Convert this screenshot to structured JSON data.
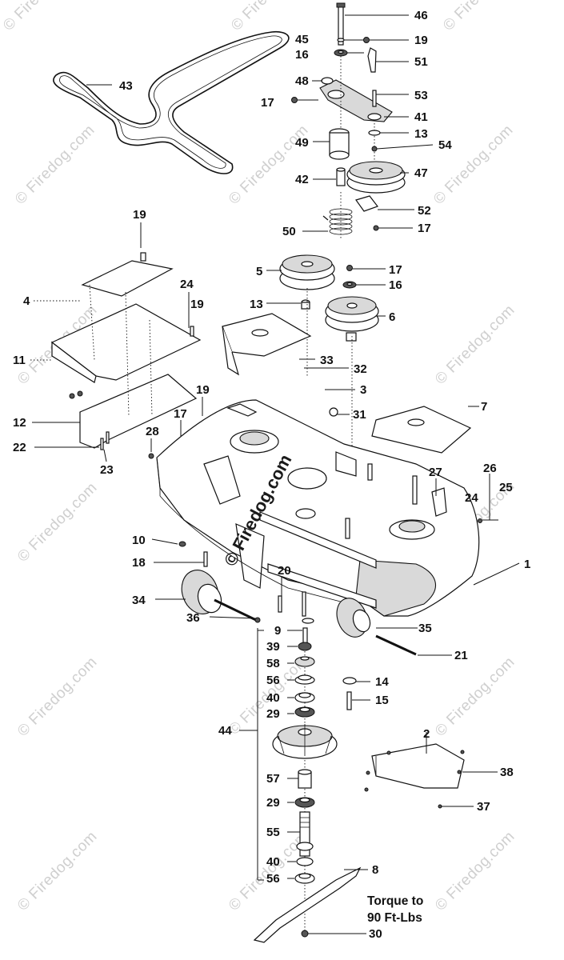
{
  "watermark": {
    "text": "© Firedog.com",
    "center_text": "© Firedog.com"
  },
  "labels": {
    "p1": "1",
    "p2": "2",
    "p3": "3",
    "p4": "4",
    "p5": "5",
    "p6": "6",
    "p7": "7",
    "p8": "8",
    "p9": "9",
    "p10": "10",
    "p11": "11",
    "p12": "12",
    "p13a": "13",
    "p13b": "13",
    "p14": "14",
    "p15": "15",
    "p16a": "16",
    "p16b": "16",
    "p17a": "17",
    "p17b": "17",
    "p17c": "17",
    "p17d": "17",
    "p18": "18",
    "p19a": "19",
    "p19b": "19",
    "p19c": "19",
    "p19d": "19",
    "p20": "20",
    "p21": "21",
    "p22": "22",
    "p23": "23",
    "p24a": "24",
    "p24b": "24",
    "p25": "25",
    "p26": "26",
    "p27": "27",
    "p28": "28",
    "p29a": "29",
    "p29b": "29",
    "p30": "30",
    "p31": "31",
    "p32": "32",
    "p33": "33",
    "p34": "34",
    "p35": "35",
    "p36": "36",
    "p37": "37",
    "p38": "38",
    "p39": "39",
    "p40a": "40",
    "p40b": "40",
    "p41": "41",
    "p42": "42",
    "p43": "43",
    "p44": "44",
    "p45": "45",
    "p46": "46",
    "p47": "47",
    "p48": "48",
    "p49": "49",
    "p50": "50",
    "p51": "51",
    "p52": "52",
    "p53": "53",
    "p54": "54",
    "p55": "55",
    "p56a": "56",
    "p56b": "56",
    "p57": "57",
    "p58": "58"
  },
  "note": {
    "line1": "Torque to",
    "line2": "90 Ft-Lbs"
  }
}
